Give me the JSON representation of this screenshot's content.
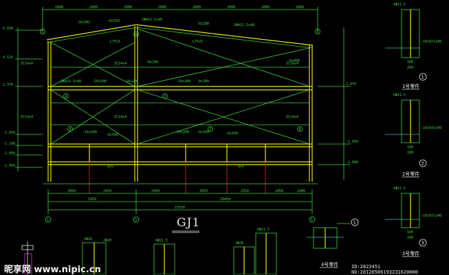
{
  "drawing": {
    "frame_title": "GJ1",
    "grid_axes": [
      "1",
      "3",
      "5"
    ],
    "top_dims": [
      "2000",
      "2000",
      "2000",
      "2000",
      "2000",
      "2000",
      "2000",
      "2000"
    ],
    "bottom_dims": [
      "2450",
      "2450",
      "2450",
      "2050",
      "2350",
      "2450",
      "2400"
    ],
    "bottom_totals": [
      "5450",
      "10450",
      "15550"
    ],
    "left_levels": [
      "6.030",
      "4.110",
      "2.370",
      "-1.050",
      "-1.140",
      "-1.950",
      "-2.950"
    ],
    "right_levels": [
      "2.970",
      "-1.050",
      "-1.840"
    ],
    "bar_labels": [
      "-8x200",
      "-8x550",
      "2Φ421.5x40",
      "-8x200",
      "2Φ421.5x40",
      "-10x200",
      "-16x200",
      "2Φ421.5x40",
      "-10x200",
      "-8x290",
      "-8x200",
      "-8x460",
      "-16x200",
      "-6x430",
      "-10x200",
      "-4x430",
      "-6x430"
    ],
    "member_labels": [
      "L75x5",
      "L75x5",
      "ZC14x4",
      "ZC14x4",
      "ZC14x4",
      "ZC14x4",
      "ZC14x4",
      "ZC14x4",
      "QL6",
      "QL6"
    ],
    "circle_marks": [
      "1",
      "2",
      "3",
      "4",
      "5",
      "6",
      "7",
      "8"
    ]
  },
  "details": [
    {
      "label": "1号零件",
      "num": "1",
      "top": "6Φ21.5",
      "dims": [
        "100",
        "200"
      ],
      "side": "-10x97x248"
    },
    {
      "label": "2号零件",
      "num": "2",
      "top": "6Φ21.5",
      "dims": [
        "100",
        "200"
      ],
      "side": "-10x97x248"
    },
    {
      "label": "3号零件",
      "num": "3",
      "top": "6Φ21.5",
      "dims": [
        "100",
        "200"
      ],
      "side": "-10x97x248"
    },
    {
      "label": "4号零件",
      "num": "1",
      "top": "",
      "dims": [],
      "side": ""
    }
  ],
  "bottom_details": [
    "2Φ20",
    "6Φ21.5",
    "2Φ20",
    "6Φ21.5",
    "2Φ20"
  ],
  "watermark": {
    "logo": "昵享网 www.nipic.cn",
    "id": "ID:2823451 NO:20120506193231620000"
  }
}
